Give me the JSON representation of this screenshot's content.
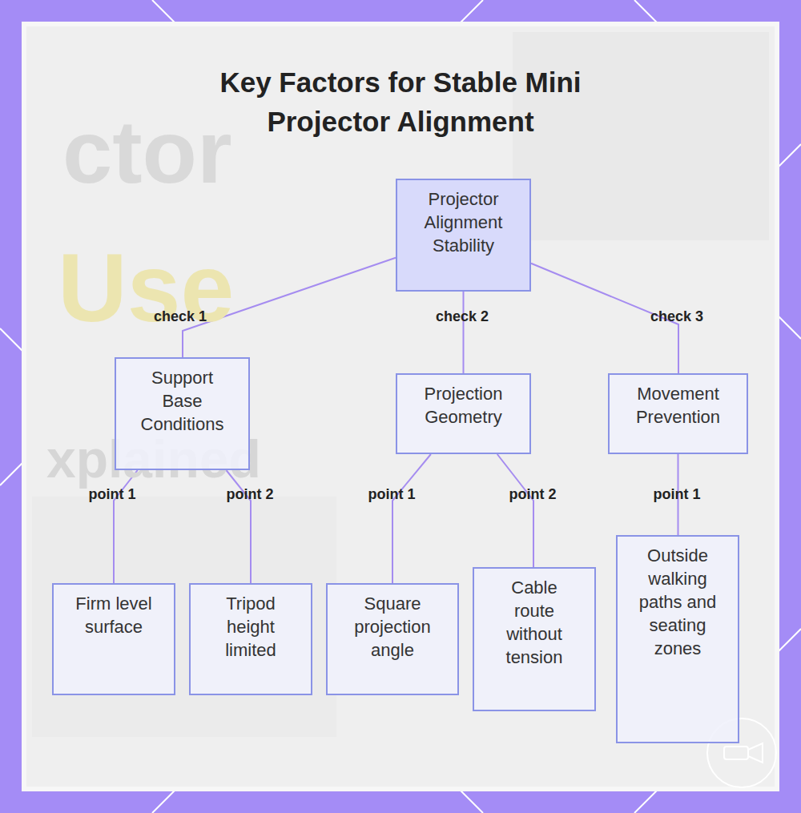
{
  "diagram": {
    "title": "Key Factors for Stable Mini Projector Alignment",
    "nodes": [
      {
        "text": [
          "Projector Alignment Stability"
        ]
      },
      {
        "text": [
          "Support Base Conditions"
        ]
      },
      {
        "text": [
          "Projection Geometry"
        ]
      },
      {
        "text": [
          "Movement Prevention"
        ]
      },
      {
        "text": [
          "Firm level surface"
        ]
      },
      {
        "text": [
          "Tripod height limited"
        ]
      },
      {
        "text": [
          "Square projection angle"
        ]
      },
      {
        "text": [
          "Cable route without tension"
        ]
      },
      {
        "text": [
          "Outside walking paths and seating zones"
        ]
      }
    ],
    "edges": [
      {
        "from": 0,
        "to": 1,
        "label": "check 1",
        "arrow": "none"
      },
      {
        "from": 0,
        "to": 2,
        "label": "check 2",
        "arrow": "none"
      },
      {
        "from": 0,
        "to": 3,
        "label": "check 3",
        "arrow": "none"
      },
      {
        "from": 1,
        "to": 4,
        "label": "point 1",
        "arrow": "none"
      },
      {
        "from": 1,
        "to": 5,
        "label": "point 2",
        "arrow": "none"
      },
      {
        "from": 2,
        "to": 6,
        "label": "point 1",
        "arrow": "none"
      },
      {
        "from": 2,
        "to": 7,
        "label": "point 2",
        "arrow": "none"
      },
      {
        "from": 3,
        "to": 8,
        "label": "point 1",
        "arrow": "none"
      }
    ],
    "labels": [
      "ctor",
      "Use",
      "xplained"
    ]
  }
}
